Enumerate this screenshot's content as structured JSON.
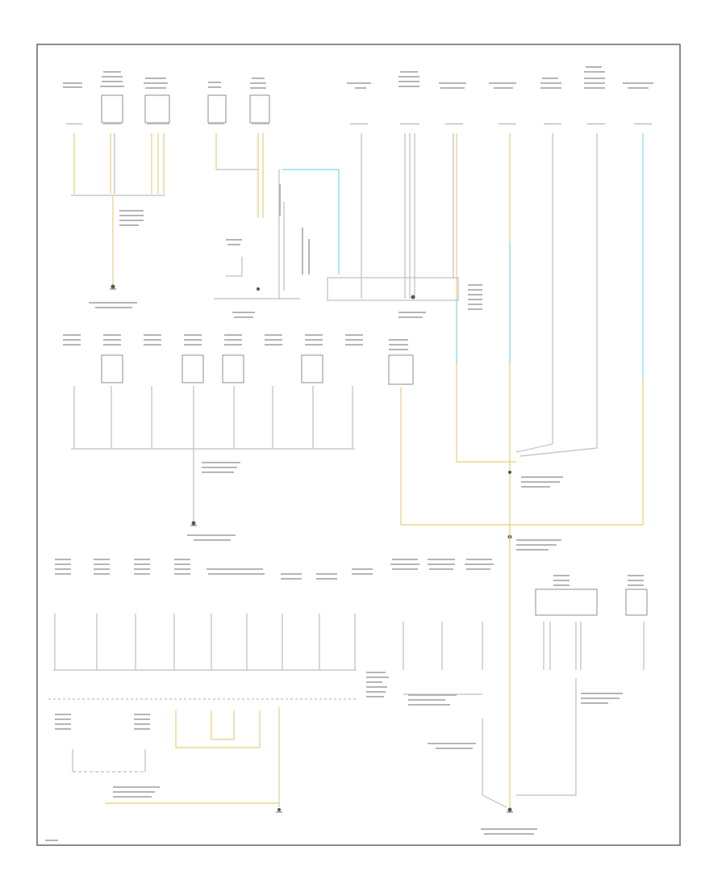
{
  "diagram": {
    "wire_colors": {
      "default": "#c8c8c8",
      "yellow": "#e9d68d",
      "cyan": "#8fe4ec"
    },
    "components": [
      {
        "id": "top-1",
        "label": "",
        "icon": "component-box"
      },
      {
        "id": "top-2",
        "label": "",
        "icon": "component-box"
      },
      {
        "id": "top-3",
        "label": "",
        "icon": "component-box"
      },
      {
        "id": "top-4",
        "label": "",
        "icon": "component-box"
      },
      {
        "id": "top-5",
        "label": "",
        "icon": "component-box"
      },
      {
        "id": "top-6",
        "label": "",
        "icon": "component-box"
      },
      {
        "id": "top-7",
        "label": "",
        "icon": "component-box"
      },
      {
        "id": "top-8",
        "label": "",
        "icon": "component-box"
      },
      {
        "id": "top-9",
        "label": "",
        "icon": "component-box"
      },
      {
        "id": "top-10",
        "label": "",
        "icon": "component-box"
      },
      {
        "id": "top-11",
        "label": "",
        "icon": "component-box"
      },
      {
        "id": "top-12",
        "label": "",
        "icon": "component-box"
      }
    ],
    "grounds": [
      "ground-symbol-1",
      "ground-symbol-2",
      "ground-symbol-3"
    ]
  }
}
